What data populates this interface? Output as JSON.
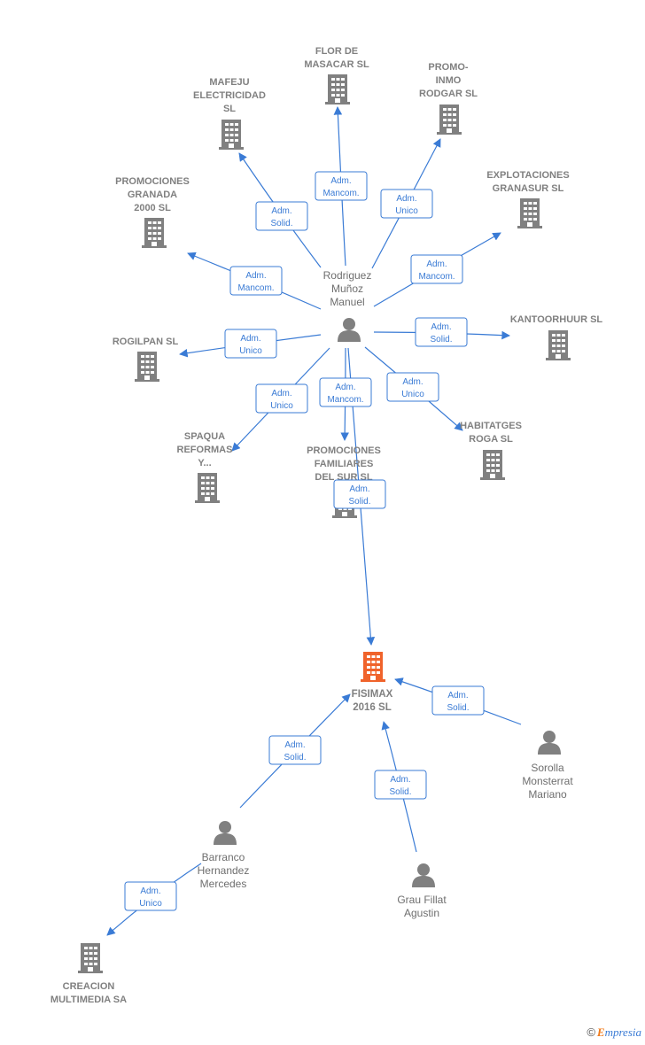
{
  "colors": {
    "edge": "#3a7bd5",
    "company": "#808080",
    "main_company": "#f0632b",
    "person": "#808080"
  },
  "nodes": [
    {
      "id": "flor",
      "type": "company",
      "lines": [
        "FLOR DE",
        "MASACAR SL"
      ]
    },
    {
      "id": "promoinmo",
      "type": "company",
      "lines": [
        "PROMO-",
        "INMO",
        "RODGAR SL"
      ]
    },
    {
      "id": "mafeju",
      "type": "company",
      "lines": [
        "MAFEJU",
        "ELECTRICIDAD",
        "SL"
      ]
    },
    {
      "id": "explotaciones",
      "type": "company",
      "lines": [
        "EXPLOTACIONES",
        "GRANASUR SL"
      ]
    },
    {
      "id": "promociones2000",
      "type": "company",
      "lines": [
        "PROMOCIONES",
        "GRANADA",
        "2000 SL"
      ]
    },
    {
      "id": "kantoor",
      "type": "company",
      "lines": [
        "KANTOORHUUR SL"
      ]
    },
    {
      "id": "rogilpan",
      "type": "company",
      "lines": [
        "ROGILPAN  SL"
      ]
    },
    {
      "id": "habitatges",
      "type": "company",
      "lines": [
        "HABITATGES",
        "ROGA SL"
      ]
    },
    {
      "id": "spaqua",
      "type": "company",
      "lines": [
        "SPAQUA",
        "REFORMAS",
        "Y..."
      ]
    },
    {
      "id": "promfam",
      "type": "company",
      "lines": [
        "PROMOCIONES",
        "FAMILIARES",
        "DEL SUR SL"
      ]
    },
    {
      "id": "fisimax",
      "type": "main",
      "lines": [
        "FISIMAX",
        "2016  SL"
      ]
    },
    {
      "id": "creacion",
      "type": "company",
      "lines": [
        "CREACION",
        "MULTIMEDIA SA"
      ]
    },
    {
      "id": "rodriguez",
      "type": "person",
      "lines": [
        "Rodriguez",
        "Muñoz",
        "Manuel"
      ]
    },
    {
      "id": "sorolla",
      "type": "person",
      "lines": [
        "Sorolla",
        "Monsterrat",
        "Mariano"
      ]
    },
    {
      "id": "barranco",
      "type": "person",
      "lines": [
        "Barranco",
        "Hernandez",
        "Mercedes"
      ]
    },
    {
      "id": "grau",
      "type": "person",
      "lines": [
        "Grau Fillat",
        "Agustin"
      ]
    }
  ],
  "edges": [
    {
      "from": "rodriguez",
      "to": "flor",
      "role": [
        "Adm.",
        "Mancom."
      ]
    },
    {
      "from": "rodriguez",
      "to": "promoinmo",
      "role": [
        "Adm.",
        "Unico"
      ]
    },
    {
      "from": "rodriguez",
      "to": "mafeju",
      "role": [
        "Adm.",
        "Solid."
      ]
    },
    {
      "from": "rodriguez",
      "to": "explotaciones",
      "role": [
        "Adm.",
        "Mancom."
      ]
    },
    {
      "from": "rodriguez",
      "to": "promociones2000",
      "role": [
        "Adm.",
        "Mancom."
      ]
    },
    {
      "from": "rodriguez",
      "to": "kantoor",
      "role": [
        "Adm.",
        "Solid."
      ]
    },
    {
      "from": "rodriguez",
      "to": "rogilpan",
      "role": [
        "Adm.",
        "Unico"
      ]
    },
    {
      "from": "rodriguez",
      "to": "habitatges",
      "role": [
        "Adm.",
        "Unico"
      ]
    },
    {
      "from": "rodriguez",
      "to": "spaqua",
      "role": [
        "Adm.",
        "Unico"
      ]
    },
    {
      "from": "rodriguez",
      "to": "promfam",
      "role": [
        "Adm.",
        "Mancom."
      ]
    },
    {
      "from": "rodriguez",
      "to": "fisimax",
      "role": [
        "Adm.",
        "Solid."
      ]
    },
    {
      "from": "sorolla",
      "to": "fisimax",
      "role": [
        "Adm.",
        "Solid."
      ]
    },
    {
      "from": "barranco",
      "to": "fisimax",
      "role": [
        "Adm.",
        "Solid."
      ]
    },
    {
      "from": "grau",
      "to": "fisimax",
      "role": [
        "Adm.",
        "Solid."
      ]
    },
    {
      "from": "barranco",
      "to": "creacion",
      "role": [
        "Adm.",
        "Unico"
      ]
    }
  ],
  "footer": {
    "copyright_symbol": "©",
    "brand_initial": "E",
    "brand_rest": "mpresia"
  }
}
